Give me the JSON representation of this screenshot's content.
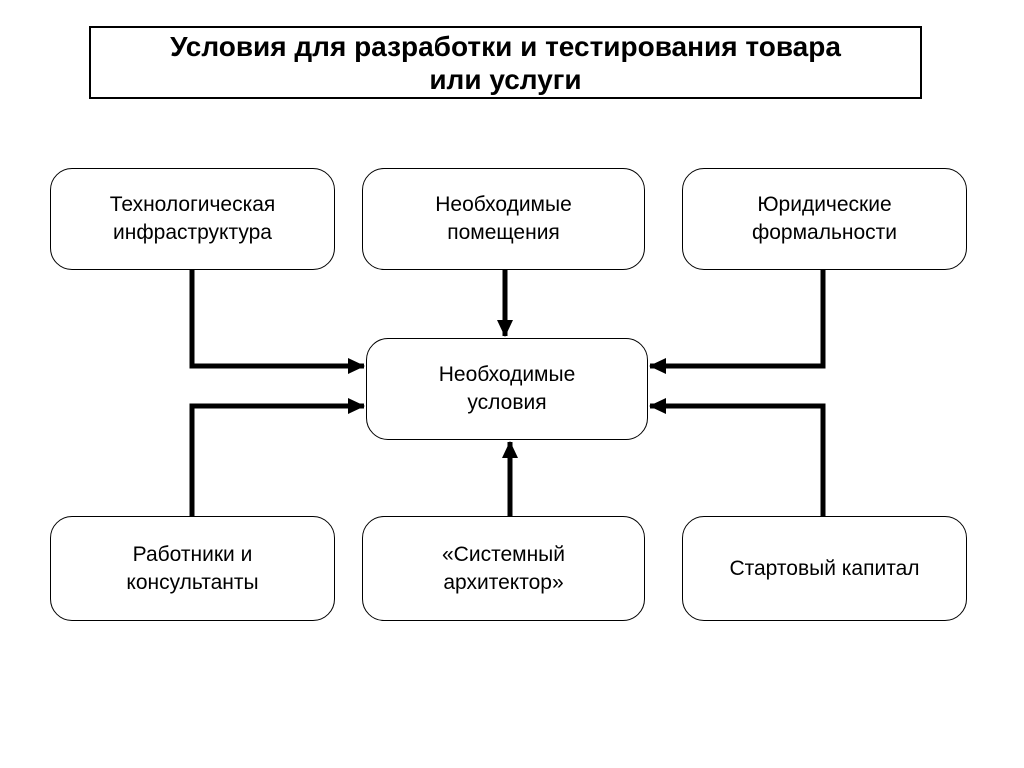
{
  "title": {
    "text": "Условия для разработки и тестирования товара или услуги",
    "lines": [
      "Условия для разработки и тестирования товара",
      "или услуги"
    ]
  },
  "boxes": {
    "tech_infrastructure": {
      "label": "Технологическая инфраструктура",
      "lines": [
        "Технологическая",
        "инфраструктура"
      ]
    },
    "premises": {
      "label": "Необходимые помещения",
      "lines": [
        "Необходимые",
        "помещения"
      ]
    },
    "legal": {
      "label": "Юридические формальности",
      "lines": [
        "Юридические",
        "формальности"
      ]
    },
    "center": {
      "label": "Необходимые условия",
      "lines": [
        "Необходимые",
        "условия"
      ]
    },
    "workers": {
      "label": "Работники и консультанты",
      "lines": [
        "Работники и",
        "консультанты"
      ]
    },
    "architect": {
      "label": "«Системный архитектор»",
      "lines": [
        "«Системный",
        "архитектор»"
      ]
    },
    "capital": {
      "label": "Стартовый капитал",
      "lines": [
        "Стартовый капитал"
      ]
    }
  },
  "connections": [
    {
      "from": "Технологическая инфраструктура",
      "to": "Необходимые условия"
    },
    {
      "from": "Необходимые помещения",
      "to": "Необходимые условия"
    },
    {
      "from": "Юридические формальности",
      "to": "Необходимые условия"
    },
    {
      "from": "Работники и консультанты",
      "to": "Необходимые условия"
    },
    {
      "from": "«Системный архитектор»",
      "to": "Необходимые условия"
    },
    {
      "from": "Стартовый капитал",
      "to": "Необходимые условия"
    }
  ],
  "colors": {
    "background": "#ffffff",
    "line": "#000000",
    "text": "#000000",
    "box_fill": "#ffffff"
  }
}
